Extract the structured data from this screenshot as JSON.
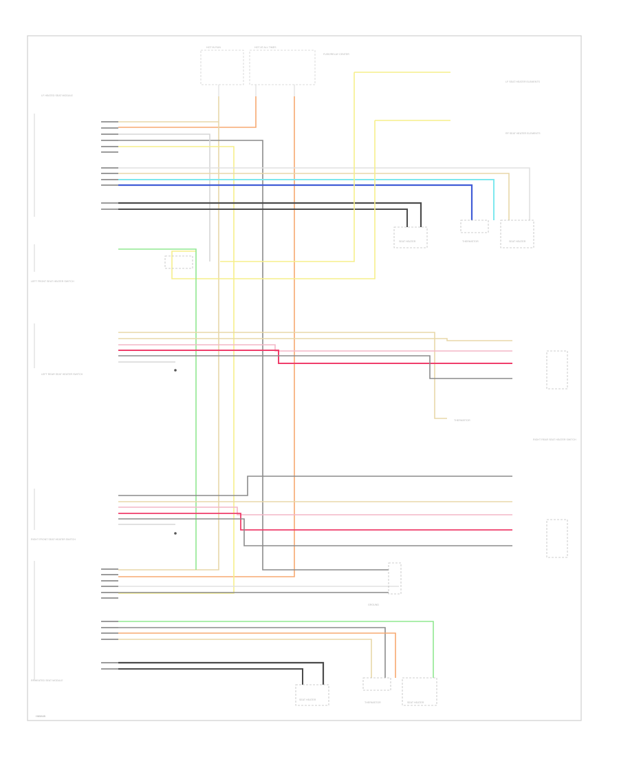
{
  "footer_code": "H65845",
  "colors": {
    "frame": "#cfcfcf",
    "label_text": "#b4b4b4",
    "wire_orange": "#f7a870",
    "wire_yellow": "#f6ef8a",
    "wire_light_green": "#8fe88f",
    "wire_cyan": "#7de8ee",
    "wire_blue": "#3f5bd6",
    "wire_dark_gray": "#4a4a4a",
    "wire_gray": "#8a8a8a",
    "wire_light_gray": "#d6d6d6",
    "wire_tan": "#e8d7a8",
    "wire_pink": "#ef3d6a",
    "wire_light_pink": "#f4b6c6"
  },
  "labels": {
    "top_fuse_1": "HOT IN RUN",
    "top_fuse_2": "HOT AT ALL TIMES",
    "top_fuse_note": "FUSE/RELAY CENTER",
    "lf_seat_module": "LF HEATED SEAT MODULE",
    "rf_seat_module": "RF HEATED SEAT MODULE",
    "lf_heater_elements": "LF SEAT HEATER ELEMENTS",
    "rf_heater_elements": "RF SEAT HEATER ELEMENTS",
    "lf_seat_switch": "LEFT FRONT SEAT HEATER SWITCH",
    "rf_seat_switch": "RIGHT FRONT SEAT HEATER SWITCH",
    "lr_seat_switch": "LEFT REAR SEAT HEATER SWITCH",
    "rr_seat_switch": "RIGHT REAR SEAT HEATER SWITCH",
    "thermistor_1": "THERMISTOR",
    "thermistor_2": "THERMISTOR",
    "thermistor_3": "THERMISTOR",
    "seat_heater_1": "SEAT HEATER",
    "seat_heater_2": "SEAT HEATER",
    "seat_heater_3": "SEAT HEATER",
    "seat_heater_4": "SEAT HEATER",
    "ground_label": "GROUND"
  }
}
